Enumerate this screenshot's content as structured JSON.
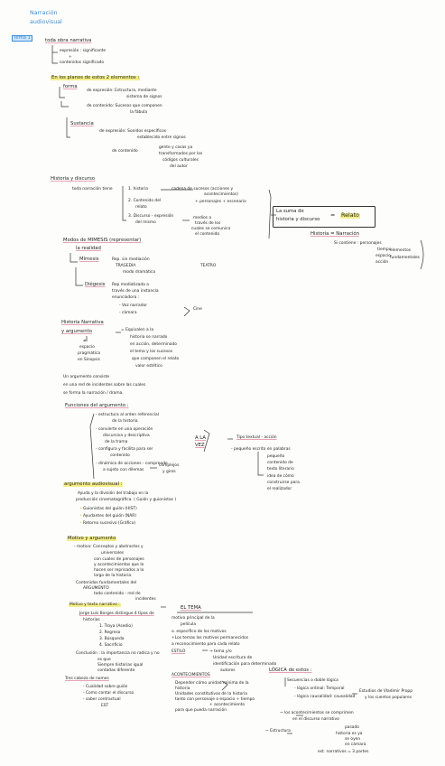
{
  "title": [
    "Narración",
    "audiovisual"
  ],
  "tema_tag": "Tema 1",
  "intro": {
    "heading": "toda obra narrativa",
    "expresion": "expresión : significante",
    "y": "+",
    "contenido": "contenidos significado"
  },
  "planos": {
    "heading": "En los planos de estos 2 elementos :",
    "forma": "forma",
    "f_exp1": "de expresión: Estructura, mediante",
    "f_exp2": "sistema de signos",
    "f_con1": "de contenido: Sucesos que componen",
    "f_con2": "la fábula",
    "sustancia": "Sustancia",
    "s_exp1": "de expresión: Sonidos específicos",
    "s_exp2": "establecido entre signos",
    "s_con1": "gente y cosas ya",
    "s_con2": "transformados por los",
    "s_con3": "códigos culturales",
    "s_con4": "del autor"
  },
  "historia_discurso": {
    "heading": "Historia y discurso",
    "toda": "toda narración tiene",
    "item1a": "1. historia",
    "item1b": "cadena de sucesos (acciones y",
    "item1c": "acontecimientos)",
    "item1d": "+ personajes + escenario",
    "item2a": "2. Contenido del",
    "item2b": "relato",
    "item3a": "3. Discurso - expresión",
    "item3b": "del mismo",
    "item3c": "medios a",
    "item3d": "través de los",
    "item3e": "cuales se comunica",
    "item3f": "el contenido",
    "suma1": "La suma de",
    "suma2": "historia y discurso",
    "eq": "=",
    "relato": "Relato",
    "hn": "Historia = Narración",
    "si1": "Si contiene : personajes",
    "si2": "tiempo",
    "si3": "espacio",
    "si4": "acción",
    "elem1": "elementos",
    "elem2": "fundamentales"
  },
  "modos": {
    "heading1": "Modos de MIMESIS (representar)",
    "heading2": "la realidad",
    "mimesis": "Mímesis",
    "mim1": "Rep. sin mediación",
    "mim2": "TRAGEDIA",
    "mim3": "TEATRO",
    "mim4": "modo dramático",
    "diegesis": "Diégesis",
    "d1": "Rep mediatizada a",
    "d2": "través de una instancia",
    "d3": "enunciadora :",
    "d4": "- Voz narrador",
    "d5": "- cámara",
    "cine": "Cine"
  },
  "historia_narrativa": {
    "h1": "Historia Narrativa",
    "h2": "y argumento",
    "eq1": "= Equivalen a la",
    "eq2": "historia se narrado",
    "eq3": "en acción, determinado",
    "eq4": "el tema y los sucesos",
    "eq5": "que componen el relato",
    "eq6": "valor estético",
    "esp1": "≠",
    "esp2": "espacio",
    "esp3": "pragmática",
    "esp4": "en Sinopsis"
  },
  "argumento": {
    "a1": "Un argumento consiste",
    "a2": "en una red de incidentes sobre las cuales",
    "a3": "se forma la narración / drama."
  },
  "funciones": {
    "heading": "Funciones del argumento :",
    "f1a": "- estructura al orden referencial",
    "f1b": "de la historia",
    "f2a": "- convierte en una operación",
    "f2b": "discursiva y descriptiva",
    "f2c": "de la trama",
    "f3a": "- configura y facilita para ser",
    "f3b": "contenido",
    "f4a": "- dinámica de acciones - comprende",
    "f4b": "a sujeto con dilemas",
    "f4c": "complejos",
    "f4d": "y giros",
    "alavez1": "A LA",
    "alavez2": "VEZ",
    "tipo": "Tipo textual - acción",
    "p1": "- pequeño escrito en palabras",
    "p2": "pequeño",
    "p3": "contenido de",
    "p4": "texto literario",
    "p5": "idea de cómo",
    "p6": "construirse para",
    "p7": "el realizador"
  },
  "guion": {
    "heading": "argumento audiovisual :",
    "g1": "Ayuda y la división del trabajo en la",
    "g2": "producción cinematográfica. ( Guión y guionistas )",
    "b1": "Guionistas del guión (HIST)",
    "b2": "Ayudantes del guión (NAR)",
    "b3": "Retorno sucesivo (Gráfico)"
  },
  "motivo": {
    "heading": "Motivo y argumento",
    "m1": "- motivo: Conceptos y abstractos y",
    "m2": "universales",
    "m3": "con cuales de personajes",
    "m4": "y acontecimientos que le",
    "m5": "hacen ser reprisados a lo",
    "m6": "largo de la historia.",
    "m7": "Contenidos fundamentales del",
    "m8": "ARGUMENTO",
    "m9": "todo contenido - red de",
    "m10": "incidentes"
  },
  "lower": {
    "mov": "Motivo y texto narrativo :",
    "jorge1": "Jorge Luis Borges distingue 4 tipos de",
    "jorge2": "historias",
    "j1": "1. Troya (Asedio)",
    "j2": "2. Regreso",
    "j3": "3. Búsqueda",
    "j4": "4. Sacrificio",
    "conc1": "Conclusión : la importancia no radica y no",
    "conc2": "es que",
    "conc3": "Siempre historias igual",
    "conc4": "contadas diferente",
    "tres": "Tres cabeza de nomes",
    "t1": "- Cualidad sobre guión",
    "t2": "- Como contar el discurso",
    "t3": "- saber contractual",
    "t4": "EST",
    "tema": "EL TEMA",
    "tm1": "motivo principal de la",
    "tm2": "película",
    "tm3": "o. específico de los motivos",
    "tm4": "+Los temas los motivos permanecidos",
    "tm5": "a reconocimiento para cada relato",
    "estilo": "ESTILO",
    "es1": "→ tema y/o",
    "es2": "Unidad escritura de",
    "es3": "identificación para determinado",
    "es4": "autores",
    "acon": "ACONTECIMIENTOS",
    "ac1": "Depender cómo unidad mínima de la",
    "ac2": "historia",
    "ac3": "Unidades constitutivas de la historia",
    "ac4": "tanto con personaje o espacio + tiempo",
    "ac5": "+ acontecimiento",
    "ac6": "para que pueda narración",
    "logica": "LÓGICA de estos :",
    "lg1": "Secuencias o doble lógica",
    "lg2": "- lógica ordinal: Temporal",
    "lg3": "- lógica causalidad: causalidad",
    "lg4": "Estudios de Vladimir Propp",
    "lg5": "y los cuentos populares",
    "lg6": "~ los acontecimientos se comprimen",
    "lg7": "en el discurso narrativo",
    "lg8": "~ Estructura",
    "lg9": "pasado",
    "lg10": "historia es ya",
    "lg11": "se oyen",
    "lg12": "en cámara",
    "lg13": "est. narrativos = 3 partes"
  }
}
